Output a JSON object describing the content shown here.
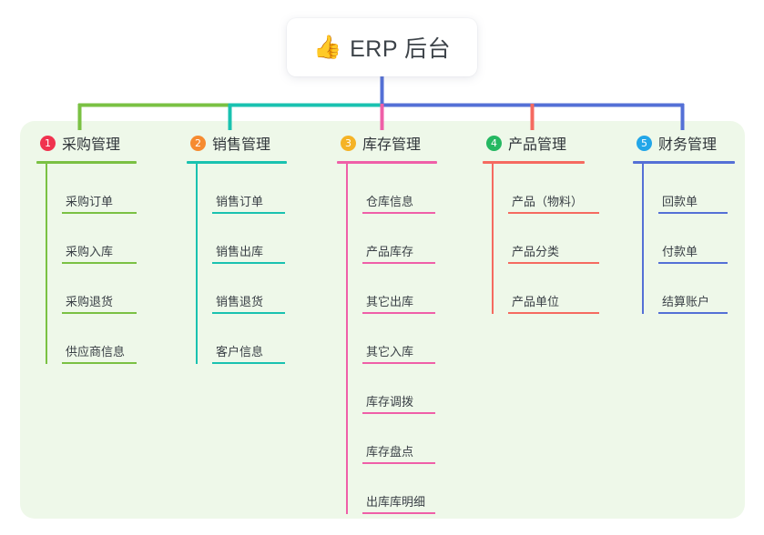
{
  "diagram": {
    "type": "mind-map",
    "root": {
      "icon": "thumbs-up-icon",
      "icon_glyph": "👍",
      "title": "ERP 后台"
    },
    "panel_color": "#eef8e9",
    "branches": [
      {
        "index": "1",
        "title": "采购管理",
        "badge_color": "#f0334f",
        "line_color": "#7ac143",
        "connector_color": "#7ac143",
        "items": [
          "采购订单",
          "采购入库",
          "采购退货",
          "供应商信息"
        ]
      },
      {
        "index": "2",
        "title": "销售管理",
        "badge_color": "#f68b30",
        "line_color": "#19c2b0",
        "connector_color": "#19c2b0",
        "items": [
          "销售订单",
          "销售出库",
          "销售退货",
          "客户信息"
        ]
      },
      {
        "index": "3",
        "title": "库存管理",
        "badge_color": "#f5b326",
        "line_color": "#ef5fa8",
        "connector_color": "#ef5fa8",
        "items": [
          "仓库信息",
          "产品库存",
          "其它出库",
          "其它入库",
          "库存调拨",
          "库存盘点",
          "出库库明细"
        ]
      },
      {
        "index": "4",
        "title": "产品管理",
        "badge_color": "#25b862",
        "line_color": "#f56a60",
        "connector_color": "#f56a60",
        "items": [
          "产品（物料）",
          "产品分类",
          "产品单位"
        ]
      },
      {
        "index": "5",
        "title": "财务管理",
        "badge_color": "#22a6e8",
        "line_color": "#5470d6",
        "connector_color": "#5470d6",
        "items": [
          "回款单",
          "付款单",
          "结算账户"
        ]
      }
    ]
  }
}
